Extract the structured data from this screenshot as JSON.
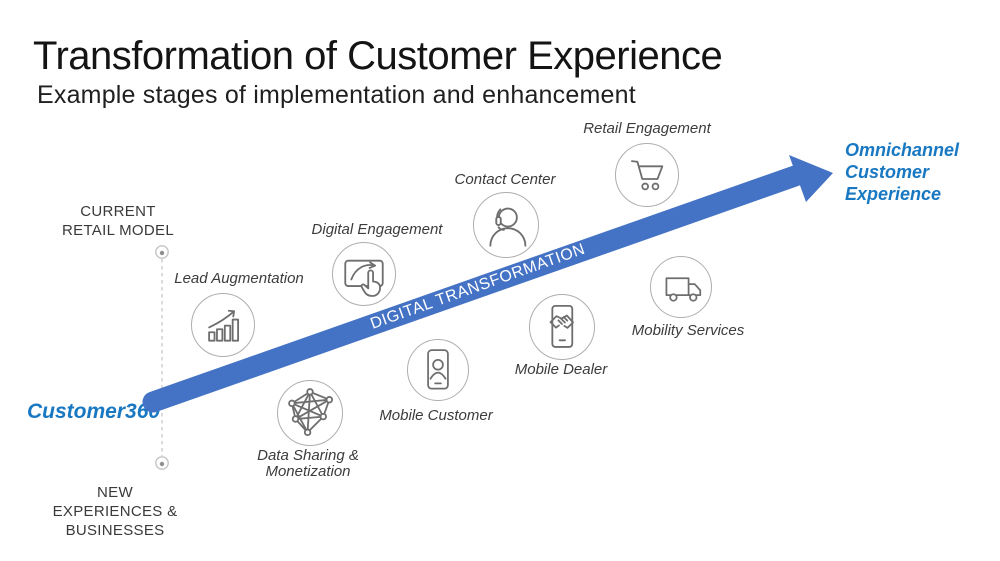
{
  "title": "Transformation of Customer Experience",
  "subtitle": "Example stages of implementation and enhancement",
  "timeline": {
    "top_label": "CURRENT RETAIL MODEL",
    "bottom_label": "NEW EXPERIENCES & BUSINESSES"
  },
  "journey": {
    "start_label": "Customer360",
    "end_label": "Omnichannel Customer Experience",
    "arrow_label": "DIGITAL TRANSFORMATION"
  },
  "stages": [
    {
      "label": "Lead Augmentation",
      "icon": "growth-chart-icon"
    },
    {
      "label": "Data Sharing & Monetization",
      "icon": "network-graph-icon"
    },
    {
      "label": "Digital Engagement",
      "icon": "touch-screen-icon"
    },
    {
      "label": "Mobile Customer",
      "icon": "phone-person-icon"
    },
    {
      "label": "Contact Center",
      "icon": "headset-person-icon"
    },
    {
      "label": "Mobile Dealer",
      "icon": "phone-handshake-icon"
    },
    {
      "label": "Retail Engagement",
      "icon": "shopping-cart-icon"
    },
    {
      "label": "Mobility Services",
      "icon": "delivery-truck-icon"
    }
  ],
  "colors": {
    "arrow": "#4472C4",
    "accent_text": "#1878C2",
    "label_text": "#3C3C3C",
    "icon_stroke": "#6E6E6E",
    "circle_stroke": "#AEAEAE"
  }
}
